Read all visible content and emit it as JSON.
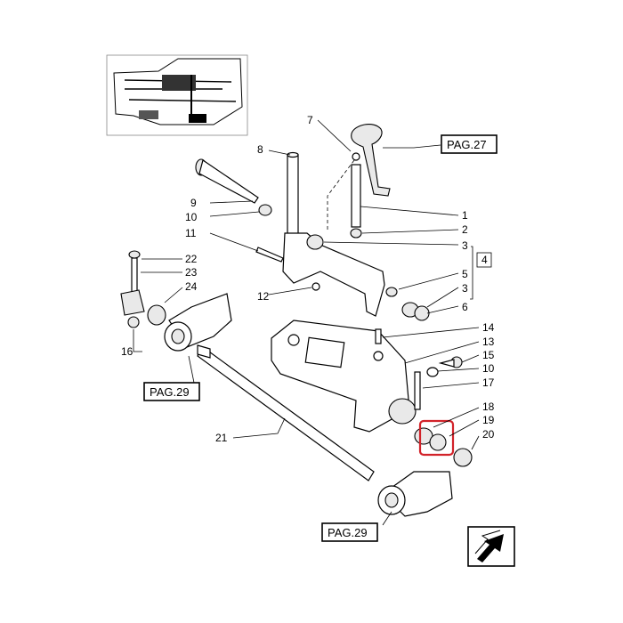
{
  "callouts": [
    "7",
    "8",
    "9",
    "10",
    "11",
    "12",
    "1",
    "2",
    "3",
    "4",
    "5",
    "3",
    "6",
    "22",
    "23",
    "24",
    "16",
    "14",
    "13",
    "15",
    "10",
    "17",
    "18",
    "19",
    "20",
    "21"
  ],
  "page_refs": [
    "PAG.27",
    "PAG.29",
    "PAG.29"
  ],
  "highlight_color": "#d2232a",
  "icons": [
    "thumbnail-locator-icon",
    "next-page-arrow-icon"
  ]
}
